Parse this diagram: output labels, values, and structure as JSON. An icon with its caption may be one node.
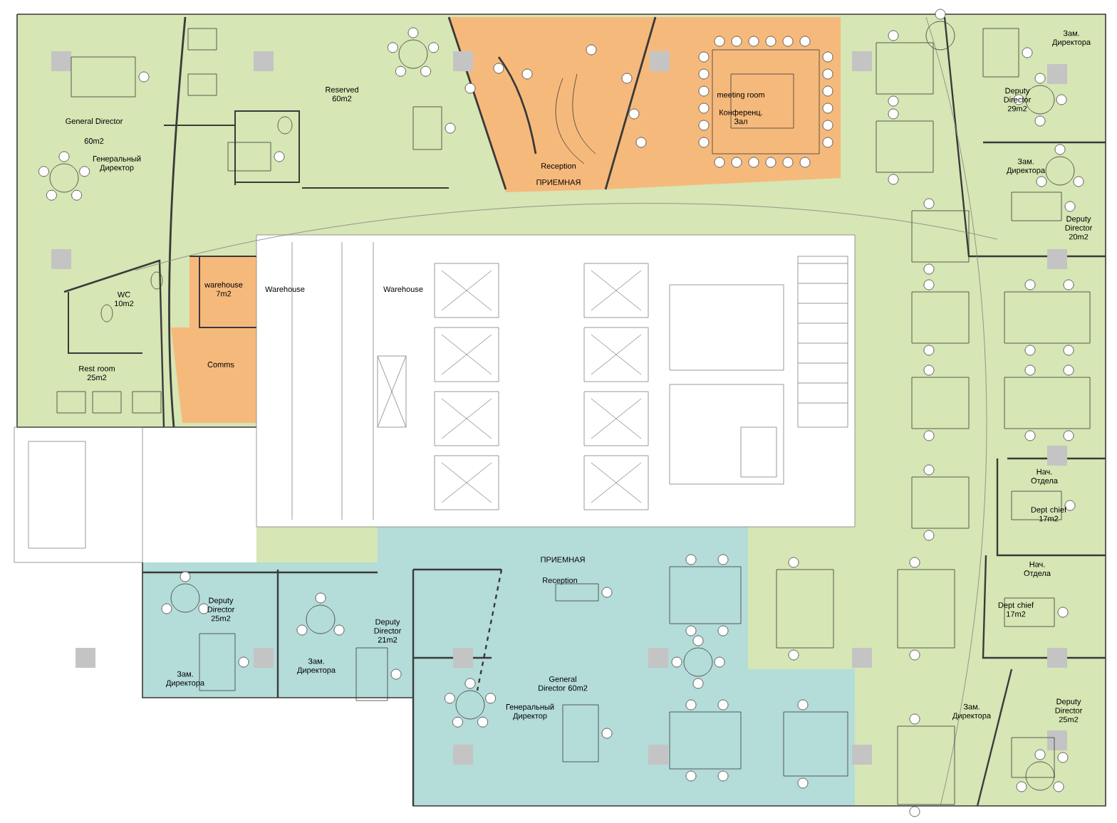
{
  "diagram": {
    "labels": [
      "Зам. Директора",
      "Reserved 60m2",
      "meeting room",
      "Deputy Director 29m2",
      "Конференц. Зал",
      "General Director",
      "60m2",
      "Генеральный Директор",
      "Reception",
      "Зам. Директора",
      "ПРИЕМНАЯ",
      "Deputy Director 20m2",
      "warehouse 7m2",
      "Warehouse",
      "Warehouse",
      "WC 10m2",
      "Comms",
      "Rest room 25m2",
      "Нач. Отдела",
      "Dept chief 17m2",
      "ПРИЕМНАЯ",
      "Нач. Отдела",
      "Reception",
      "Dept chief 17m2",
      "Deputy Director 25m2",
      "Deputy Director 21m2",
      "Зам. Директора",
      "Зам. Директора",
      "General Director 60m2",
      "Генеральный Директор",
      "Зам. Директора",
      "Deputy Director 25m2"
    ]
  }
}
